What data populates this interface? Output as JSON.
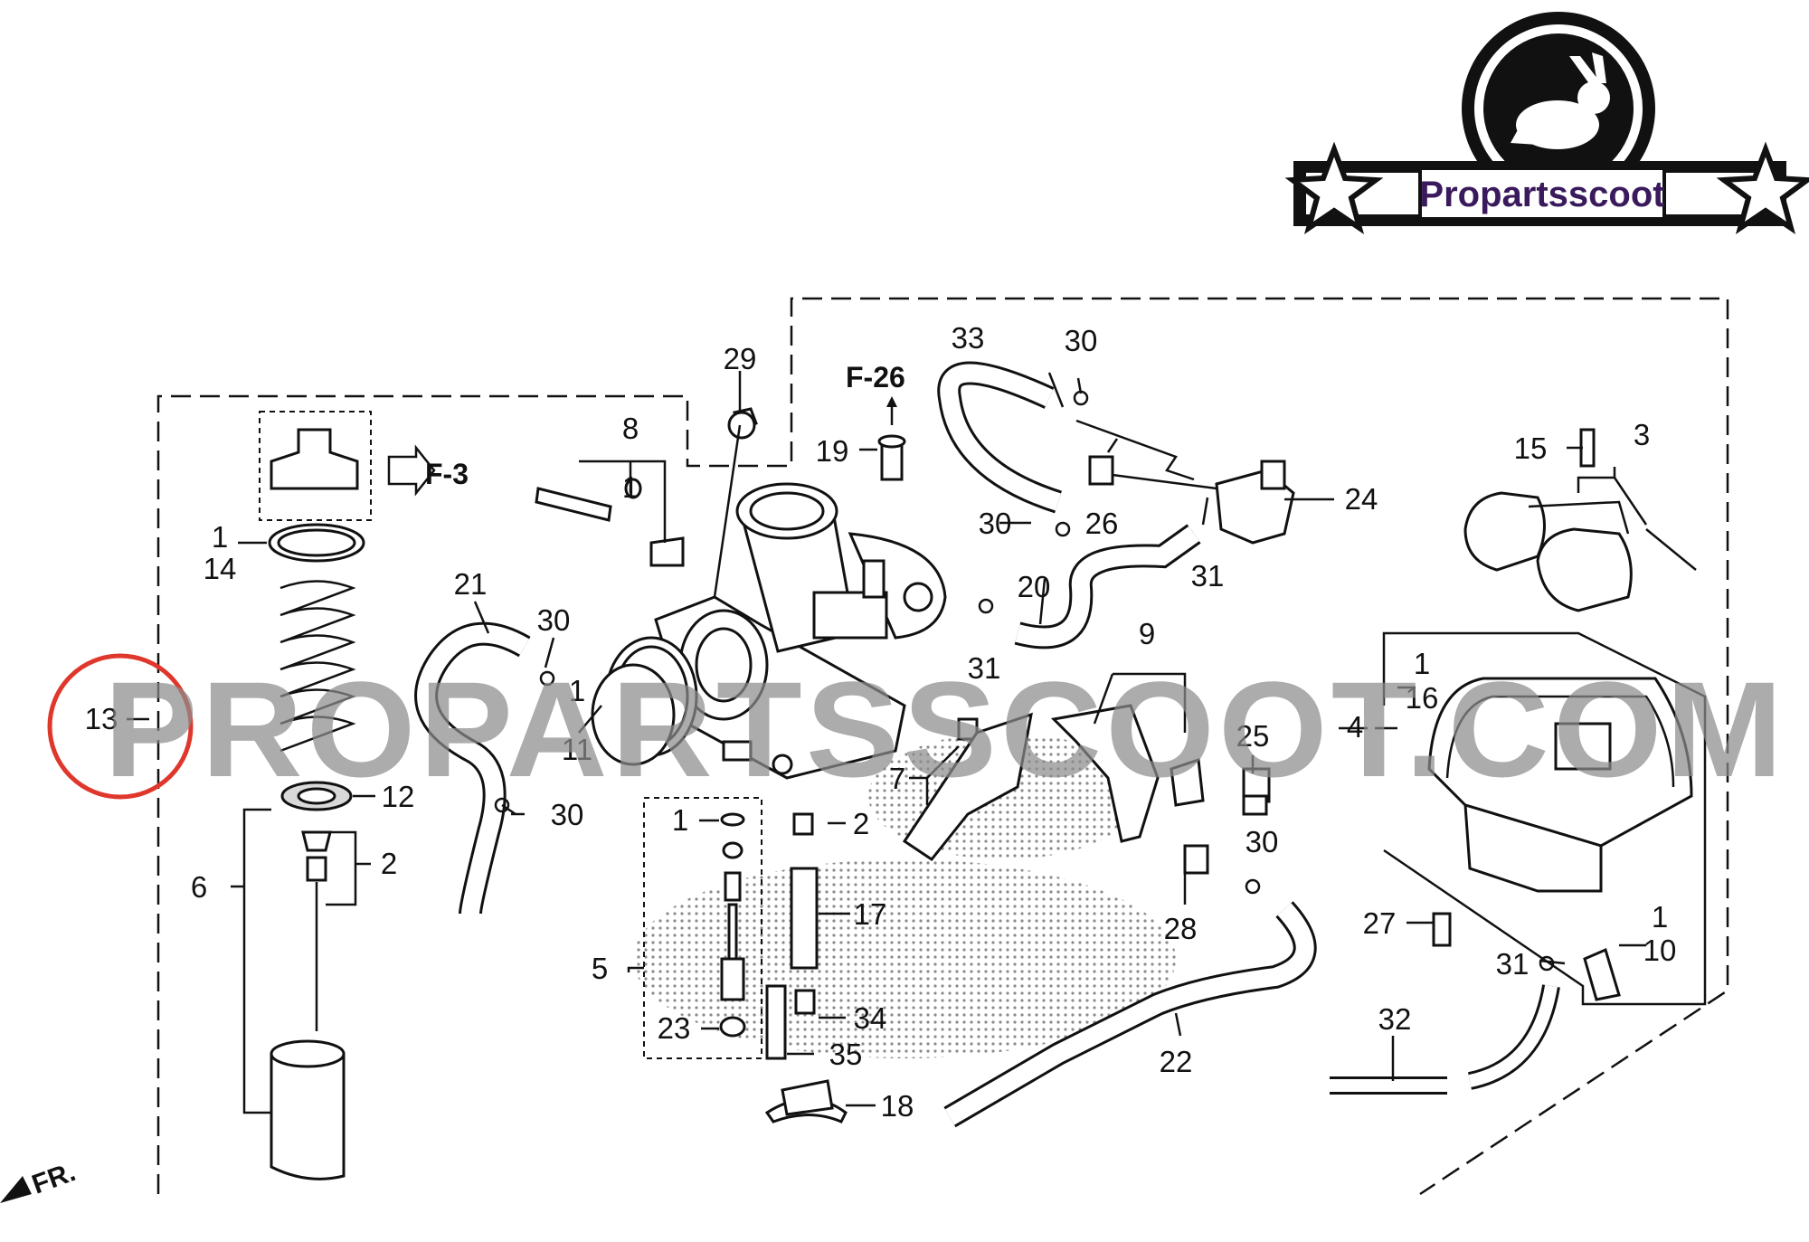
{
  "logo": {
    "brand": "Propartsscoot",
    "colors": {
      "ring": "#111111",
      "text": "#3a1a5c",
      "banner": "#ffffff"
    }
  },
  "watermark": {
    "text": "PROPARTSSCOOT.COM",
    "color": "#8c8c8c"
  },
  "highlight": {
    "part_number": "13",
    "color": "#e0372c"
  },
  "refs": {
    "f3": "F-3",
    "f26": "F-26",
    "fr": "FR."
  },
  "callouts": [
    {
      "id": "c29",
      "text": "29"
    },
    {
      "id": "c33",
      "text": "33"
    },
    {
      "id": "c30a",
      "text": "30"
    },
    {
      "id": "c8",
      "text": "8"
    },
    {
      "id": "c1a",
      "text": "1"
    },
    {
      "id": "c19",
      "text": "19"
    },
    {
      "id": "c15",
      "text": "15"
    },
    {
      "id": "c3",
      "text": "3"
    },
    {
      "id": "c24",
      "text": "24"
    },
    {
      "id": "c30b",
      "text": "30"
    },
    {
      "id": "c26",
      "text": "26"
    },
    {
      "id": "c31a",
      "text": "31"
    },
    {
      "id": "c1b",
      "text": "1"
    },
    {
      "id": "c14",
      "text": "14"
    },
    {
      "id": "c21",
      "text": "21"
    },
    {
      "id": "c30c",
      "text": "30"
    },
    {
      "id": "c20",
      "text": "20"
    },
    {
      "id": "c9",
      "text": "9"
    },
    {
      "id": "c31b",
      "text": "31"
    },
    {
      "id": "c1c",
      "text": "1"
    },
    {
      "id": "c16",
      "text": "16"
    },
    {
      "id": "c4",
      "text": "4"
    },
    {
      "id": "c1d",
      "text": "1"
    },
    {
      "id": "c11",
      "text": "11"
    },
    {
      "id": "c25",
      "text": "25"
    },
    {
      "id": "c7",
      "text": "7"
    },
    {
      "id": "c12",
      "text": "12"
    },
    {
      "id": "c30d",
      "text": "30"
    },
    {
      "id": "c1e",
      "text": "1"
    },
    {
      "id": "c2a",
      "text": "2"
    },
    {
      "id": "c2b",
      "text": "2"
    },
    {
      "id": "c30e",
      "text": "30"
    },
    {
      "id": "c6",
      "text": "6"
    },
    {
      "id": "c17",
      "text": "17"
    },
    {
      "id": "c28",
      "text": "28"
    },
    {
      "id": "c27",
      "text": "27"
    },
    {
      "id": "c1f",
      "text": "1"
    },
    {
      "id": "c10",
      "text": "10"
    },
    {
      "id": "c5",
      "text": "5"
    },
    {
      "id": "c31c",
      "text": "31"
    },
    {
      "id": "c23",
      "text": "23"
    },
    {
      "id": "c34",
      "text": "34"
    },
    {
      "id": "c32",
      "text": "32"
    },
    {
      "id": "c35",
      "text": "35"
    },
    {
      "id": "c22",
      "text": "22"
    },
    {
      "id": "c18",
      "text": "18"
    }
  ]
}
